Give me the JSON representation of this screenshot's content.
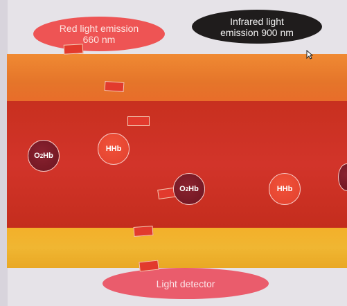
{
  "labels": {
    "red_emitter": "Red light emission 660 nm",
    "infrared_emitter": "Infrared light emission 900 nm",
    "detector": "Light detector"
  },
  "cells": [
    {
      "type": "oxyhemoglobin",
      "label_main": "O",
      "label_sub": "2",
      "label_rest": "Hb"
    },
    {
      "type": "deoxyhemoglobin",
      "label": "HHb"
    },
    {
      "type": "oxyhemoglobin",
      "label_main": "O",
      "label_sub": "2",
      "label_rest": "Hb"
    },
    {
      "type": "deoxyhemoglobin",
      "label": "HHb"
    }
  ],
  "colors": {
    "tissue_top": "#e8772c",
    "blood_layer": "#cc3222",
    "tissue_bottom": "#f0b02e",
    "red_emitter": "#ee5454",
    "infrared_emitter": "#1f1c1c",
    "detector": "#ea5c6c"
  }
}
